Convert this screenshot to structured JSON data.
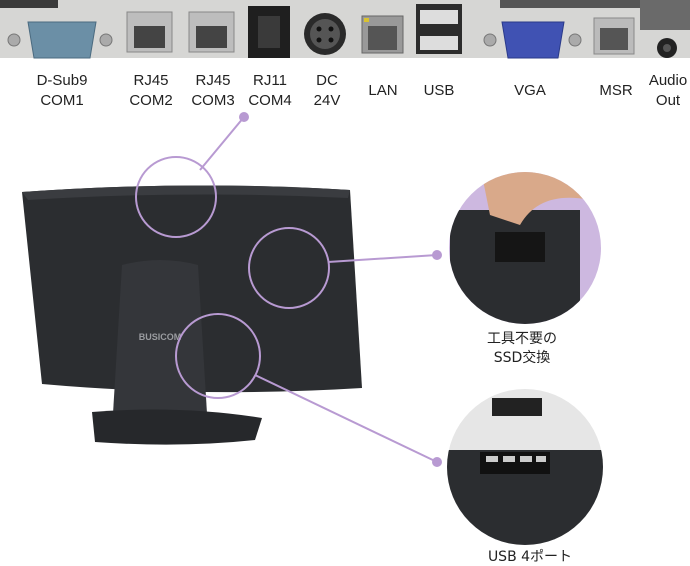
{
  "ports": [
    {
      "line1": "D-Sub9",
      "line2": "COM1"
    },
    {
      "line1": "RJ45",
      "line2": "COM2"
    },
    {
      "line1": "RJ45",
      "line2": "COM3"
    },
    {
      "line1": "RJ11",
      "line2": "COM4"
    },
    {
      "line1": "DC",
      "line2": "24V"
    },
    {
      "line1": "LAN",
      "line2": ""
    },
    {
      "line1": "USB",
      "line2": ""
    },
    {
      "line1": "VGA",
      "line2": ""
    },
    {
      "line1": "MSR",
      "line2": ""
    },
    {
      "line1": "Audio",
      "line2": "Out"
    }
  ],
  "brand_logo": "BUSICOM",
  "callouts": {
    "ssd": {
      "line1": "工具不要の",
      "line2": "SSD交換"
    },
    "usb": {
      "line1": "USB 4ポート"
    }
  },
  "colors": {
    "accent": "#b89ad2",
    "panel": "#2b2d30",
    "io_plate": "#d8d8d6"
  }
}
